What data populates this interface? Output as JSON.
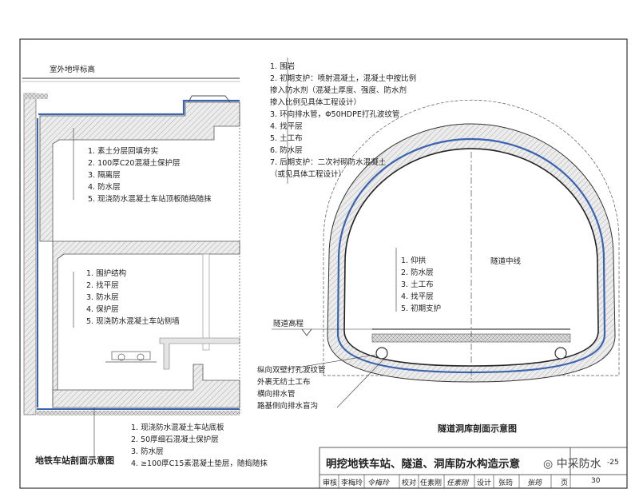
{
  "station": {
    "ground_label": "室外地坪标高",
    "roof_layers": [
      "1. 素土分层回填夯实",
      "2. 100厚C20混凝土保护层",
      "3. 隔离层",
      "4. 防水层",
      "5. 现浇防水混凝土车站顶板随捣随抹"
    ],
    "wall_layers": [
      "1. 围护结构",
      "2. 找平层",
      "3. 防水层",
      "4. 保护层",
      "5. 现浇防水混凝土车站侧墙"
    ],
    "floor_layers": [
      "1. 现浇防水混凝土车站底板",
      "2. 50厚细石混凝土保护层",
      "3. 防水层",
      "4. ≥100厚C15素混凝土垫层，随捣随抹"
    ],
    "caption": "地铁车站剖面示意图"
  },
  "tunnel": {
    "lining_layers": [
      "1. 围岩",
      "2. 初期支护：喷射混凝土，混凝土中按比例",
      "   掺入防水剂（混凝土厚度、强度、防水剂",
      "   掺入比例见具体工程设计）",
      "3. 环向排水管，Φ50HDPE打孔波纹管",
      "4. 找平层",
      "5. 土工布",
      "6. 防水层",
      "7. 后期支护：二次衬砌防水混凝土",
      "   （或见具体工程设计）"
    ],
    "invert_layers": [
      "1. 仰拱",
      "2. 防水层",
      "3. 土工布",
      "4. 找平层",
      "5. 初期支护"
    ],
    "centerline_label": "隧道中线",
    "elevation_label": "隧道高程",
    "drain_labels": [
      "纵向双壁打孔波纹管",
      "外裹无纺土工布",
      "横向排水管",
      "路基侧向排水盲沟"
    ],
    "caption": "隧道洞库剖面示意图"
  },
  "title_block": {
    "title": "明挖地铁车站、隧道、洞库防水构造示意",
    "code": "-25",
    "watermark": "中采防水",
    "row": [
      "审核",
      "李梅玲",
      "令梅玲",
      "校对",
      "任素刚",
      "任素刚",
      "设计",
      "张筠",
      "张筠",
      "页",
      "30"
    ]
  }
}
